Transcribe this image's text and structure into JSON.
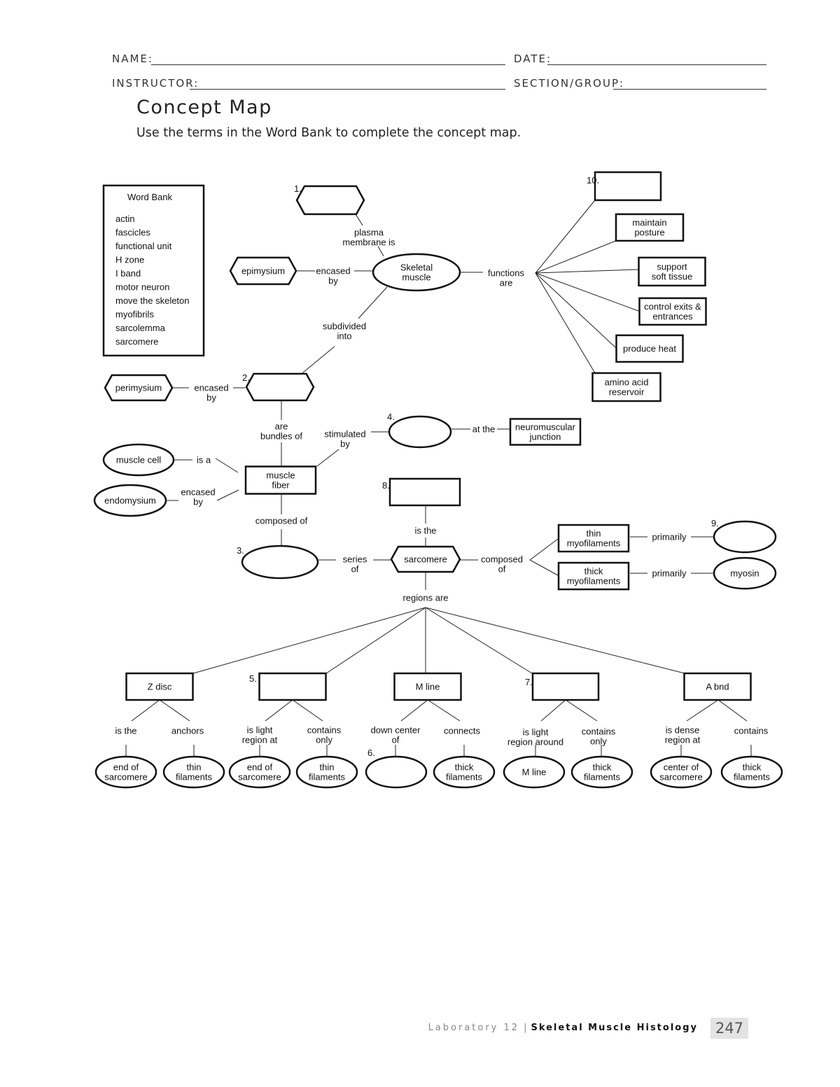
{
  "header": {
    "name_label": "NAME:",
    "date_label": "DATE:",
    "instructor_label": "INSTRUCTOR:",
    "section_label": "SECTION/GROUP:"
  },
  "title": "Concept Map",
  "instructions": "Use the terms in the Word Bank to complete the concept map.",
  "word_bank": {
    "title": "Word Bank",
    "items": [
      "actin",
      "fascicles",
      "functional unit",
      "H zone",
      "I band",
      "motor neuron",
      "move the skeleton",
      "myofibrils",
      "sarcolemma",
      "sarcomere"
    ]
  },
  "nodes": {
    "blank1": {
      "number": "1.",
      "lines": []
    },
    "skeletal_muscle": {
      "lines": [
        "Skeletal",
        "muscle"
      ]
    },
    "epimysium": {
      "lines": [
        "epimysium"
      ]
    },
    "blank10": {
      "number": "10.",
      "lines": []
    },
    "maintain_posture": {
      "lines": [
        "maintain",
        "posture"
      ]
    },
    "support_soft_tissue": {
      "lines": [
        "support",
        "soft tissue"
      ]
    },
    "control_exits": {
      "lines": [
        "control exits &",
        "entrances"
      ]
    },
    "produce_heat": {
      "lines": [
        "produce heat"
      ]
    },
    "amino_acid": {
      "lines": [
        "amino acid",
        "reservoir"
      ]
    },
    "blank2": {
      "number": "2.",
      "lines": []
    },
    "perimysium": {
      "lines": [
        "perimysium"
      ]
    },
    "muscle_fiber": {
      "lines": [
        "muscle",
        "fiber"
      ]
    },
    "blank4": {
      "number": "4.",
      "lines": []
    },
    "nmj": {
      "lines": [
        "neuromuscular",
        "junction"
      ]
    },
    "muscle_cell": {
      "lines": [
        "muscle cell"
      ]
    },
    "endomysium": {
      "lines": [
        "endomysium"
      ]
    },
    "blank3": {
      "number": "3.",
      "lines": []
    },
    "sarcomere": {
      "lines": [
        "sarcomere"
      ]
    },
    "blank8": {
      "number": "8.",
      "lines": []
    },
    "thin_myo": {
      "lines": [
        "thin",
        "myofilaments"
      ]
    },
    "thick_myo": {
      "lines": [
        "thick",
        "myofilaments"
      ]
    },
    "blank9": {
      "number": "9.",
      "lines": []
    },
    "myosin": {
      "lines": [
        "myosin"
      ]
    },
    "z_disc": {
      "lines": [
        "Z disc"
      ]
    },
    "blank5": {
      "number": "5.",
      "lines": []
    },
    "m_line": {
      "lines": [
        "M line"
      ]
    },
    "blank7": {
      "number": "7.",
      "lines": []
    },
    "a_band": {
      "lines": [
        "A bnd"
      ]
    },
    "z_end": {
      "lines": [
        "end of",
        "sarcomere"
      ]
    },
    "z_thin": {
      "lines": [
        "thin",
        "filaments"
      ]
    },
    "b5_end": {
      "lines": [
        "end of",
        "sarcomere"
      ]
    },
    "b5_thin": {
      "lines": [
        "thin",
        "filaments"
      ]
    },
    "blank6": {
      "number": "6.",
      "lines": []
    },
    "m_thick": {
      "lines": [
        "thick",
        "filaments"
      ]
    },
    "b7_mline": {
      "lines": [
        "M line"
      ]
    },
    "b7_thick": {
      "lines": [
        "thick",
        "filaments"
      ]
    },
    "a_center": {
      "lines": [
        "center of",
        "sarcomere"
      ]
    },
    "a_thick": {
      "lines": [
        "thick",
        "filaments"
      ]
    }
  },
  "links": {
    "plasma": [
      "plasma",
      "membrane is"
    ],
    "encased1": [
      "encased",
      "by"
    ],
    "functions": [
      "functions",
      "are"
    ],
    "subdivided": [
      "subdivided",
      "into"
    ],
    "encased2": [
      "encased",
      "by"
    ],
    "bundles": [
      "are",
      "bundles of"
    ],
    "stimulated": [
      "stimulated",
      "by"
    ],
    "at_the": [
      "at the"
    ],
    "is_a": [
      "is a"
    ],
    "encased3": [
      "encased",
      "by"
    ],
    "composed1": [
      "composed of"
    ],
    "series": [
      "series",
      "of"
    ],
    "is_the": [
      "is the"
    ],
    "composed2": [
      "composed",
      "of"
    ],
    "primarily1": [
      "primarily"
    ],
    "primarily2": [
      "primarily"
    ],
    "regions": [
      "regions are"
    ],
    "z_is_the": [
      "is the"
    ],
    "z_anchors": [
      "anchors"
    ],
    "b5_light": [
      "is light",
      "region at"
    ],
    "b5_contains": [
      "contains",
      "only"
    ],
    "m_down": [
      "down center",
      "of"
    ],
    "m_connects": [
      "connects"
    ],
    "b7_light": [
      "is light",
      "region around"
    ],
    "b7_contains": [
      "contains",
      "only"
    ],
    "a_dense": [
      "is dense",
      "region at"
    ],
    "a_contains": [
      "contains"
    ]
  },
  "footer": {
    "lab": "Laboratory 12",
    "chapter": "Skeletal Muscle Histology",
    "page": "247"
  }
}
